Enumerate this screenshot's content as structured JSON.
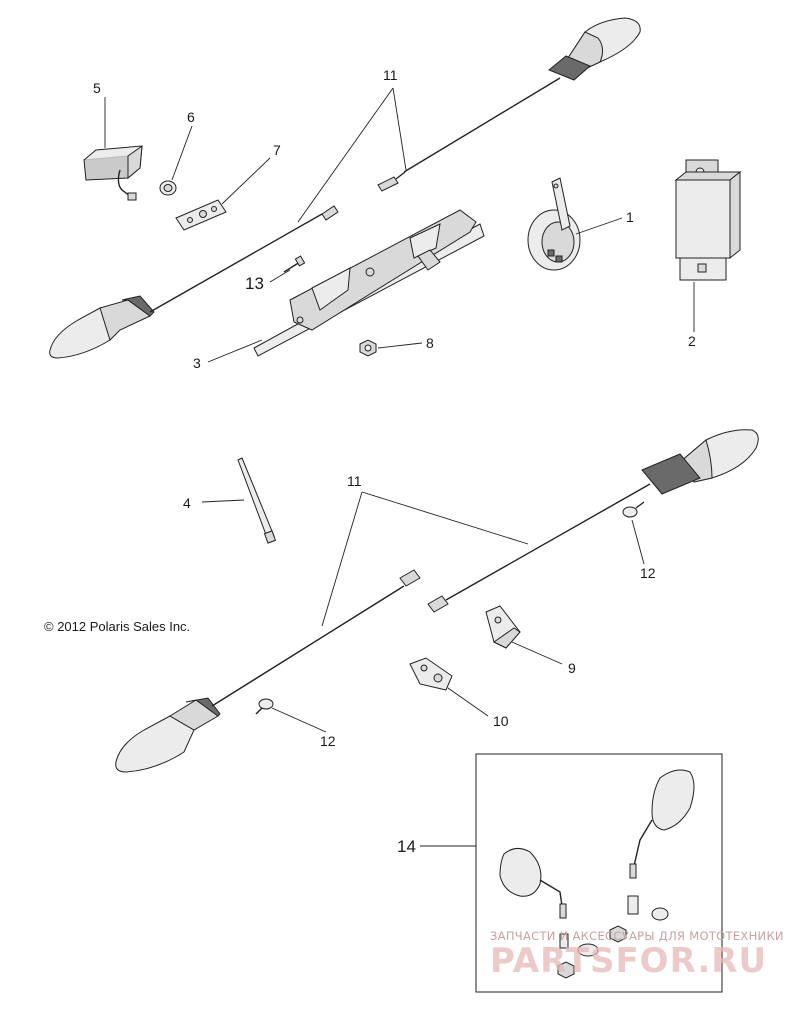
{
  "copyright": "© 2012 Polaris Sales Inc.",
  "callouts": {
    "c1": "1",
    "c2": "2",
    "c3": "3",
    "c4": "4",
    "c5": "5",
    "c6": "6",
    "c7": "7",
    "c8": "8",
    "c9": "9",
    "c10": "10",
    "c11a": "11",
    "c11b": "11",
    "c12a": "12",
    "c12b": "12",
    "c13": "13",
    "c14": "14"
  },
  "watermark": {
    "tagline": "ЗАПЧАСТИ И АКСЕССУАРЫ ДЛЯ МОТОТЕХНИКИ",
    "brand": "PARTSFOR.RU"
  }
}
